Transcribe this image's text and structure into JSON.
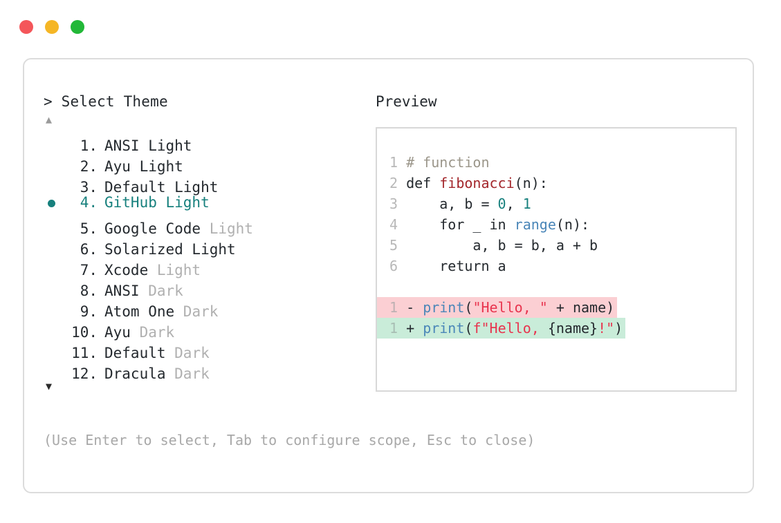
{
  "window": {
    "traffic_lights": [
      {
        "name": "close",
        "color": "#f4565a"
      },
      {
        "name": "minimize",
        "color": "#f5b625"
      },
      {
        "name": "maximize",
        "color": "#22b838"
      }
    ]
  },
  "selector": {
    "prompt": "> Select Theme",
    "scroll_up_glyph": "▲",
    "scroll_down_glyph": "▼",
    "scroll_up_enabled": false,
    "scroll_down_enabled": true,
    "selected_index": 4,
    "bullet_glyph": "●",
    "accent_color": "#17807d",
    "items": [
      {
        "index": "1.",
        "name": "ANSI Light",
        "variant": "",
        "selected": false
      },
      {
        "index": "2.",
        "name": "Ayu Light",
        "variant": "",
        "selected": false
      },
      {
        "index": "3.",
        "name": "Default Light",
        "variant": "",
        "selected": false
      },
      {
        "index": "4.",
        "name": "GitHub Light",
        "variant": "",
        "selected": true
      },
      {
        "index": "5.",
        "name": "Google Code",
        "variant": "Light",
        "selected": false
      },
      {
        "index": "6.",
        "name": "Solarized Light",
        "variant": "",
        "selected": false
      },
      {
        "index": "7.",
        "name": "Xcode",
        "variant": "Light",
        "selected": false
      },
      {
        "index": "8.",
        "name": "ANSI",
        "variant": "Dark",
        "selected": false
      },
      {
        "index": "9.",
        "name": "Atom One",
        "variant": "Dark",
        "selected": false
      },
      {
        "index": "10.",
        "name": "Ayu",
        "variant": "Dark",
        "selected": false
      },
      {
        "index": "11.",
        "name": "Default",
        "variant": "Dark",
        "selected": false
      },
      {
        "index": "12.",
        "name": "Dracula",
        "variant": "Dark",
        "selected": false
      }
    ],
    "footer_hint": "(Use Enter to select, Tab to configure scope, Esc to close)"
  },
  "preview": {
    "title": "Preview",
    "code_lines": [
      {
        "num": "1",
        "tokens": [
          {
            "t": "# function",
            "c": "cm"
          }
        ]
      },
      {
        "num": "2",
        "tokens": [
          {
            "t": "def ",
            "c": "kw"
          },
          {
            "t": "fibonacci",
            "c": "fn"
          },
          {
            "t": "(n):",
            "c": "op"
          }
        ]
      },
      {
        "num": "3",
        "tokens": [
          {
            "t": "    a, b = ",
            "c": "op"
          },
          {
            "t": "0",
            "c": "num"
          },
          {
            "t": ", ",
            "c": "op"
          },
          {
            "t": "1",
            "c": "num"
          }
        ]
      },
      {
        "num": "4",
        "tokens": [
          {
            "t": "    ",
            "c": "op"
          },
          {
            "t": "for",
            "c": "kw"
          },
          {
            "t": " _ ",
            "c": "op"
          },
          {
            "t": "in",
            "c": "kw"
          },
          {
            "t": " ",
            "c": "op"
          },
          {
            "t": "range",
            "c": "bi"
          },
          {
            "t": "(n):",
            "c": "op"
          }
        ]
      },
      {
        "num": "5",
        "tokens": [
          {
            "t": "        a, b = b, a + b",
            "c": "op"
          }
        ]
      },
      {
        "num": "6",
        "tokens": [
          {
            "t": "    ",
            "c": "op"
          },
          {
            "t": "return",
            "c": "kw"
          },
          {
            "t": " a",
            "c": "op"
          }
        ]
      }
    ],
    "diff_lines": [
      {
        "kind": "del",
        "num": "1",
        "marker": "-",
        "tokens": [
          {
            "t": "print",
            "c": "bi"
          },
          {
            "t": "(",
            "c": "op"
          },
          {
            "t": "\"Hello, \"",
            "c": "str"
          },
          {
            "t": " + name)",
            "c": "op"
          }
        ]
      },
      {
        "kind": "add",
        "num": "1",
        "marker": "+",
        "tokens": [
          {
            "t": "print",
            "c": "bi"
          },
          {
            "t": "(",
            "c": "op"
          },
          {
            "t": "f\"Hello, ",
            "c": "str"
          },
          {
            "t": "{name}",
            "c": "op"
          },
          {
            "t": "!\"",
            "c": "str"
          },
          {
            "t": ")",
            "c": "op"
          }
        ]
      }
    ],
    "diff_colors": {
      "deleted_bg": "#fbcfd3",
      "added_bg": "#c9ecd9"
    }
  }
}
